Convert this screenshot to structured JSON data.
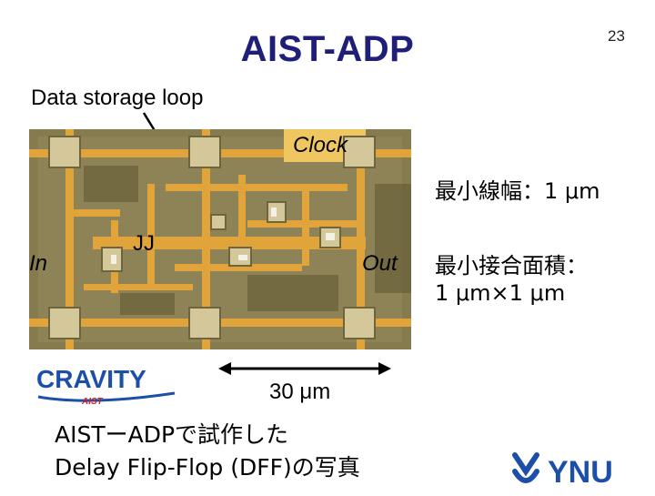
{
  "slide": {
    "title": "AIST-ADP",
    "page_number": "23"
  },
  "photo_labels": {
    "data_storage_loop": "Data storage loop",
    "clock": "Clock",
    "jj": "JJ",
    "in": "In",
    "out": "Out"
  },
  "scale_bar": {
    "label": "30 μm"
  },
  "specs": {
    "min_line_width": "最小線幅：1 μm",
    "min_junction_area_line1": "最小接合面積：",
    "min_junction_area_line2": "1 μm×1 μm"
  },
  "caption": {
    "line1": "AISTーADPで試作した",
    "line2": "Delay Flip-Flop (DFF)の写真"
  },
  "logos": {
    "cravity": {
      "wordmark": "CRAVITY",
      "subtext": "AIST"
    },
    "ynu": {
      "wordmark": "YNU"
    }
  },
  "colors": {
    "title": "#1f1f7a",
    "chip_background": "#8b8254",
    "wire_gold": "#e1a43a",
    "logo_blue": "#1c4fa8"
  }
}
